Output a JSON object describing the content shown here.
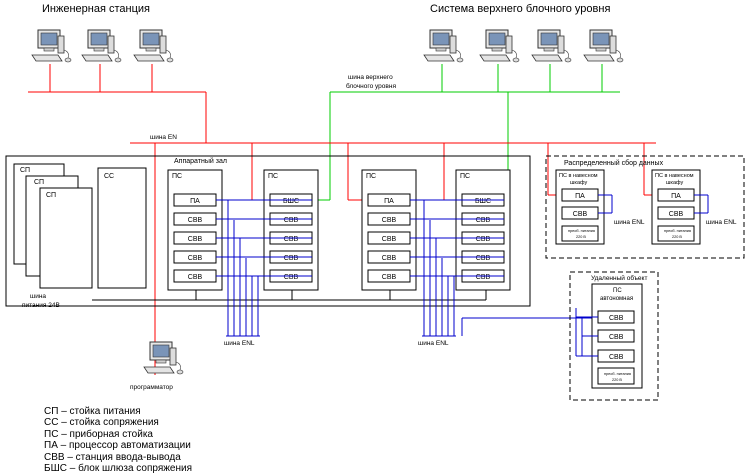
{
  "titles": {
    "engineering_station": "Инженерная станция",
    "upper_block_system": "Система верхнего блочного уровня"
  },
  "bus_labels": {
    "upper_block_bus": [
      "шина верхнего",
      "блочного уровня"
    ],
    "en_bus": "шина EN",
    "enl_bus_left": "шина ENL",
    "enl_bus_mid": "шина ENL",
    "enl_bus_dist1": "шина ENL",
    "enl_bus_dist2": "шина ENL",
    "power_bus": [
      "шина",
      "питания 24В"
    ]
  },
  "equipment_room": {
    "title": "Аппаратный зал",
    "sp_label": "СП",
    "ss_label": "СС",
    "cabinets": [
      {
        "title": "ПС",
        "head": "ПА",
        "modules": [
          "СВВ",
          "СВВ",
          "СВВ",
          "СВВ"
        ]
      },
      {
        "title": "ПС",
        "head": "БШС",
        "modules": [
          "СВВ",
          "СВВ",
          "СВВ",
          "СВВ"
        ]
      },
      {
        "title": "ПС",
        "head": "ПА",
        "modules": [
          "СВВ",
          "СВВ",
          "СВВ",
          "СВВ"
        ]
      },
      {
        "title": "ПС",
        "head": "БШС",
        "modules": [
          "СВВ",
          "СВВ",
          "СВВ",
          "СВВ"
        ]
      }
    ]
  },
  "distributed": {
    "title": "Распределенный сбор данных",
    "units": [
      {
        "title": [
          "ПС в навесном",
          "шкафу"
        ],
        "head": "ПА",
        "module": "СВВ",
        "power": [
          "преоб. питания",
          "220 В"
        ]
      },
      {
        "title": [
          "ПС в навесном",
          "шкафу"
        ],
        "head": "ПА",
        "module": "СВВ",
        "power": [
          "преоб. питания",
          "220 В"
        ]
      }
    ]
  },
  "remote": {
    "title": "Удаленный объект",
    "unit_title": [
      "ПС",
      "автономная"
    ],
    "modules": [
      "СВВ",
      "СВВ",
      "СВВ"
    ],
    "power": [
      "преоб. питания",
      "220 В"
    ]
  },
  "programmer_label": "программатор",
  "legend": [
    "СП – стойка питания",
    "СС – стойка сопряжения",
    "ПС – приборная стойка",
    "ПА – процессор автоматизации",
    "СВВ – станция ввода-вывода",
    "БШС – блок шлюза сопряжения"
  ],
  "colors": {
    "en_bus": "#ff0000",
    "upper_bus": "#00cc00",
    "enl_bus": "#0000cc",
    "line": "#000000"
  },
  "icons": [
    "computer-icon",
    "programmer-computer-icon"
  ]
}
